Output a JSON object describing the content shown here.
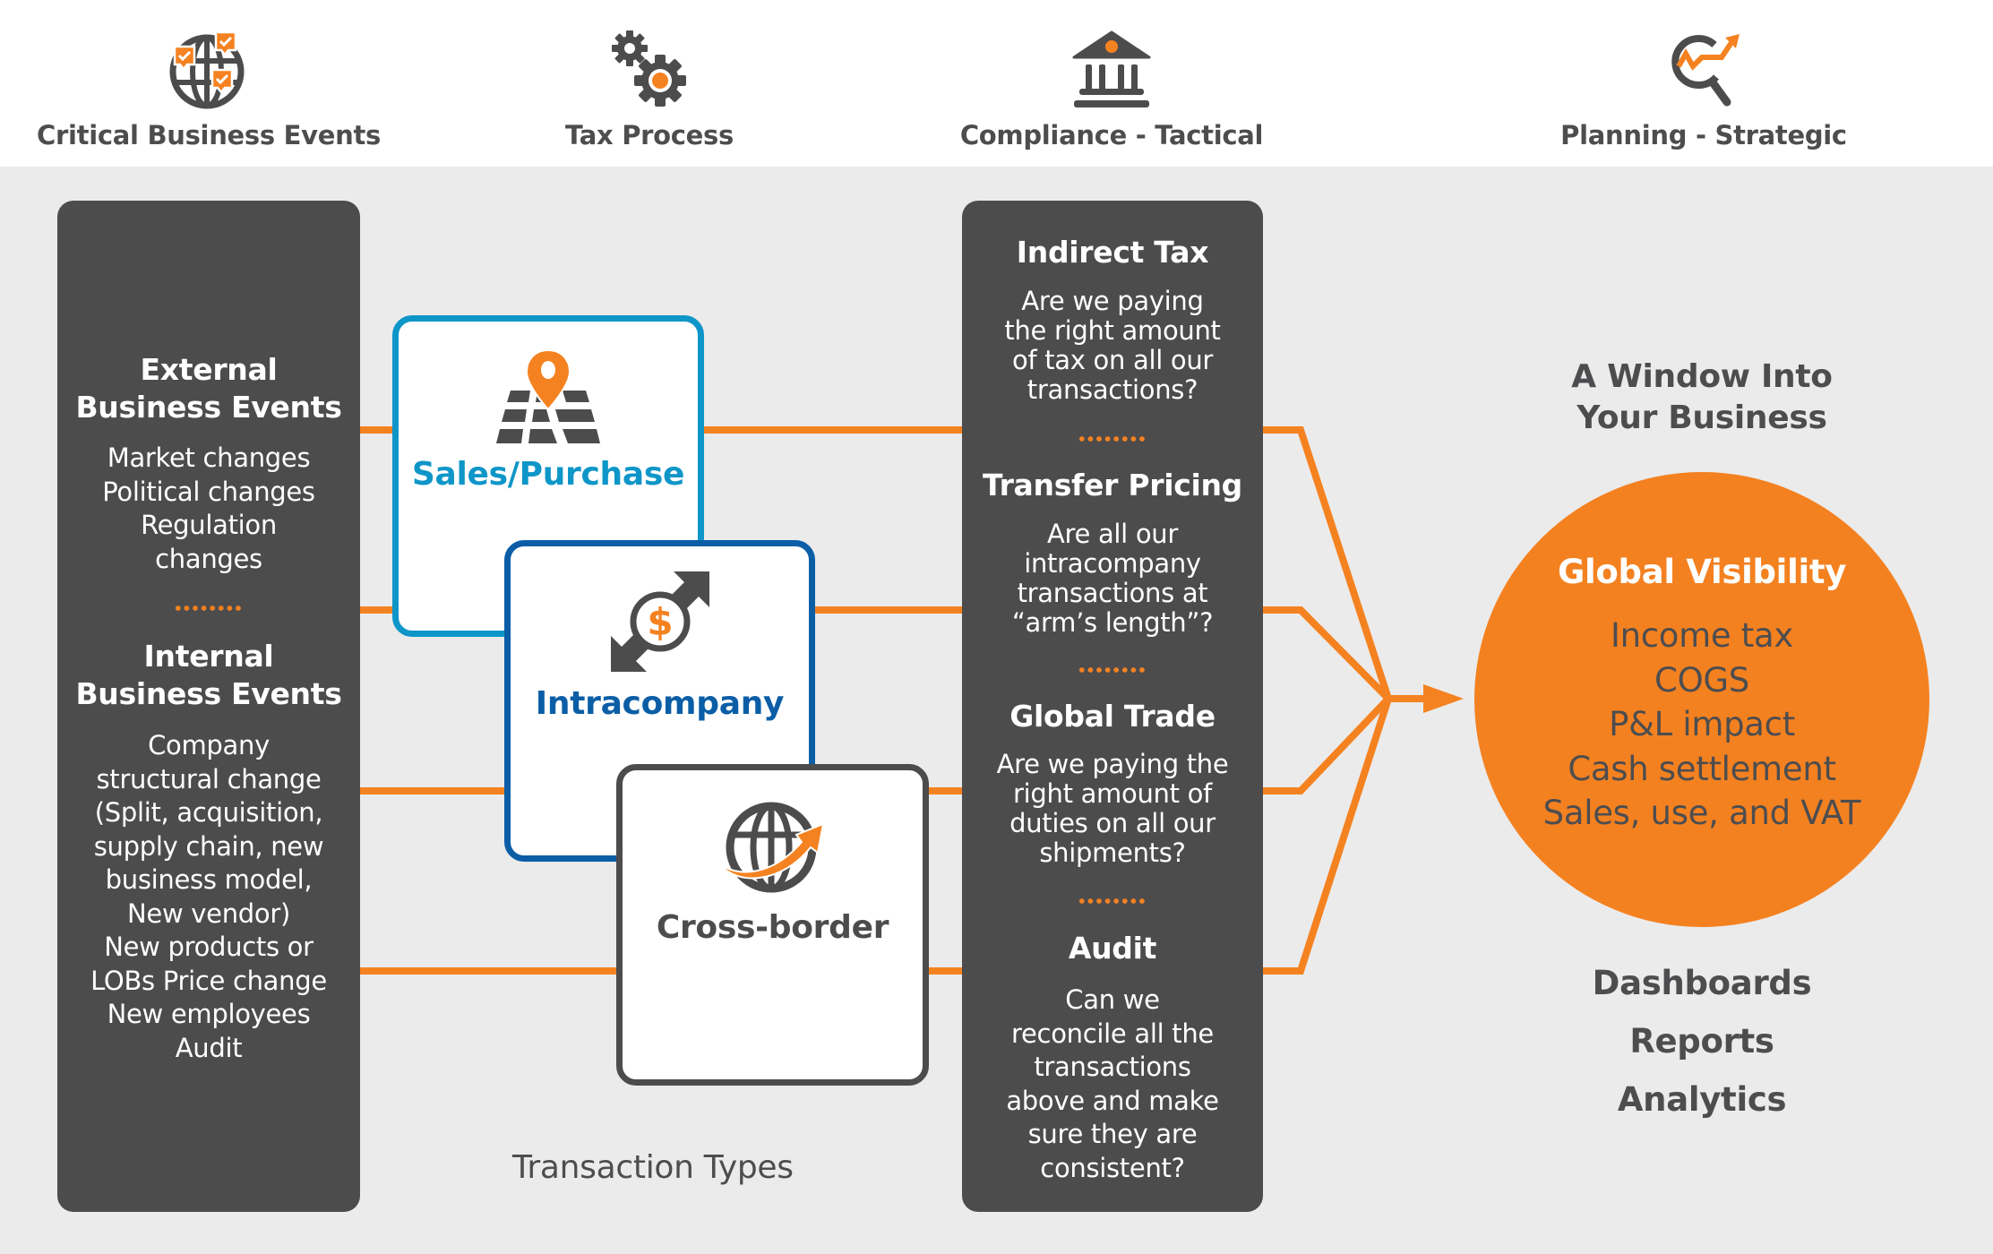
{
  "colors": {
    "orange": "#f58220",
    "dark_panel": "#4d4c4d",
    "sales_blue": "#0f96c8",
    "intra_blue": "#0b5ea6",
    "cross_gray": "#4d4c4d",
    "background": "#ebebeb"
  },
  "header": {
    "columns": [
      {
        "label": "Critical Business Events",
        "icon": "globe-checkmarks-icon"
      },
      {
        "label": "Tax Process",
        "icon": "gears-icon"
      },
      {
        "label": "Compliance - Tactical",
        "icon": "courthouse-icon"
      },
      {
        "label": "Planning - Strategic",
        "icon": "magnifier-trend-icon"
      }
    ]
  },
  "events_panel": {
    "external": {
      "title_line1": "External",
      "title_line2": "Business Events",
      "items": [
        "Market changes",
        "Political changes",
        "Regulation",
        "changes"
      ]
    },
    "internal": {
      "title_line1": "Internal",
      "title_line2": "Business Events",
      "items": [
        "Company",
        "structural change",
        "(Split, acquisition,",
        "supply chain, new",
        "business model,",
        "New vendor)",
        "New products or",
        "LOBs Price change",
        "New employees",
        "Audit"
      ]
    }
  },
  "transactions": {
    "caption": "Transaction Types",
    "cards": [
      {
        "label": "Sales/Purchase",
        "icon": "map-pin-icon"
      },
      {
        "label": "Intracompany",
        "icon": "dollar-exchange-icon"
      },
      {
        "label": "Cross-border",
        "icon": "globe-arrow-icon"
      }
    ]
  },
  "compliance_panel": {
    "sections": [
      {
        "title": "Indirect Tax",
        "lines": [
          "Are we paying",
          "the right amount",
          "of tax on all our",
          "transactions?"
        ]
      },
      {
        "title": "Transfer Pricing",
        "lines": [
          "Are all our",
          "intracompany",
          "transactions at",
          "“arm’s length”?"
        ]
      },
      {
        "title": "Global Trade",
        "lines": [
          "Are we paying the",
          "right amount of",
          "duties on all our",
          "shipments?"
        ]
      },
      {
        "title": "Audit",
        "lines": [
          "Can we",
          "reconcile all the",
          "transactions",
          "above and make",
          "sure they are",
          "consistent?"
        ]
      }
    ]
  },
  "planning": {
    "title_line1": "A Window Into",
    "title_line2": "Your Business",
    "circle": {
      "title": "Global Visibility",
      "items": [
        "Income tax",
        "COGS",
        "P&L impact",
        "Cash settlement",
        "Sales, use, and VAT"
      ]
    },
    "outputs": [
      "Dashboards",
      "Reports",
      "Analytics"
    ]
  }
}
